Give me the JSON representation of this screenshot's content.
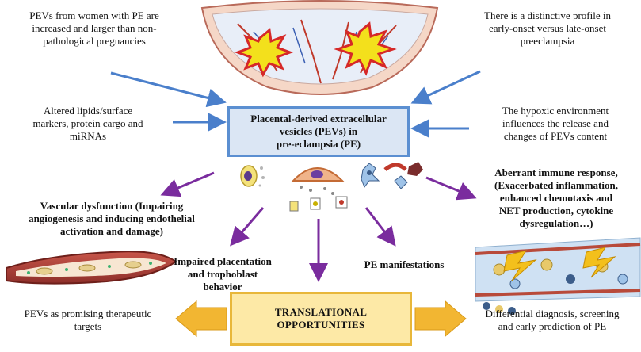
{
  "center": {
    "line1": "Placental-derived extracellular",
    "line2": "vesicles  (PEVs) in",
    "line3": "pre-eclampsia (PE)"
  },
  "top_left": {
    "line1": "PEVs from women with PE are",
    "line2": "increased and larger than non-",
    "line3": "pathological pregnancies"
  },
  "top_right": {
    "line1": "There is a distinctive profile in",
    "line2": "early-onset versus late-onset",
    "line3": "preeclampsia"
  },
  "mid_left": {
    "line1": "Altered lipids/surface",
    "line2": "markers, protein cargo and",
    "line3": "miRNAs"
  },
  "mid_right": {
    "line1": "The hypoxic environment",
    "line2": "influences the release and",
    "line3": "changes of PEVs content"
  },
  "vascular": {
    "line1": "Vascular dysfunction (Impairing",
    "line2": "angiogenesis  and inducing endothelial",
    "line3": "activation and damage)"
  },
  "placentation": {
    "line1": "Impaired placentation",
    "line2": "and trophoblast",
    "line3": "behavior"
  },
  "manifestations": {
    "line1": "PE manifestations"
  },
  "immune": {
    "line1": "Aberrant immune response,",
    "line2": "(Exacerbated inflammation,",
    "line3": "enhanced chemotaxis and",
    "line4": "NET production, cytokine",
    "line5": "dysregulation…)"
  },
  "translational": {
    "line1": "TRANSLATIONAL",
    "line2": "OPPORTUNITIES"
  },
  "therapeutic": {
    "line1": "PEVs as promising therapeutic",
    "line2": "targets"
  },
  "diagnosis": {
    "line1": "Differential diagnosis, screening",
    "line2": "and early prediction of PE"
  },
  "colors": {
    "blue_arrow": "#4a7fcb",
    "purple_arrow": "#7a2c9e",
    "orange_arrow": "#f2b632",
    "center_fill": "#dbe6f4",
    "center_border": "#5b8fd1",
    "trans_fill": "#fde9a6",
    "trans_border": "#e8b73a"
  },
  "icons": [
    "placenta-illustration",
    "explosion-icon",
    "vesicle-cell-icon",
    "trophoblast-icon",
    "immune-cells-icon",
    "blood-vessel-icon",
    "vessel-cross-section-icon",
    "lightning-icon"
  ]
}
